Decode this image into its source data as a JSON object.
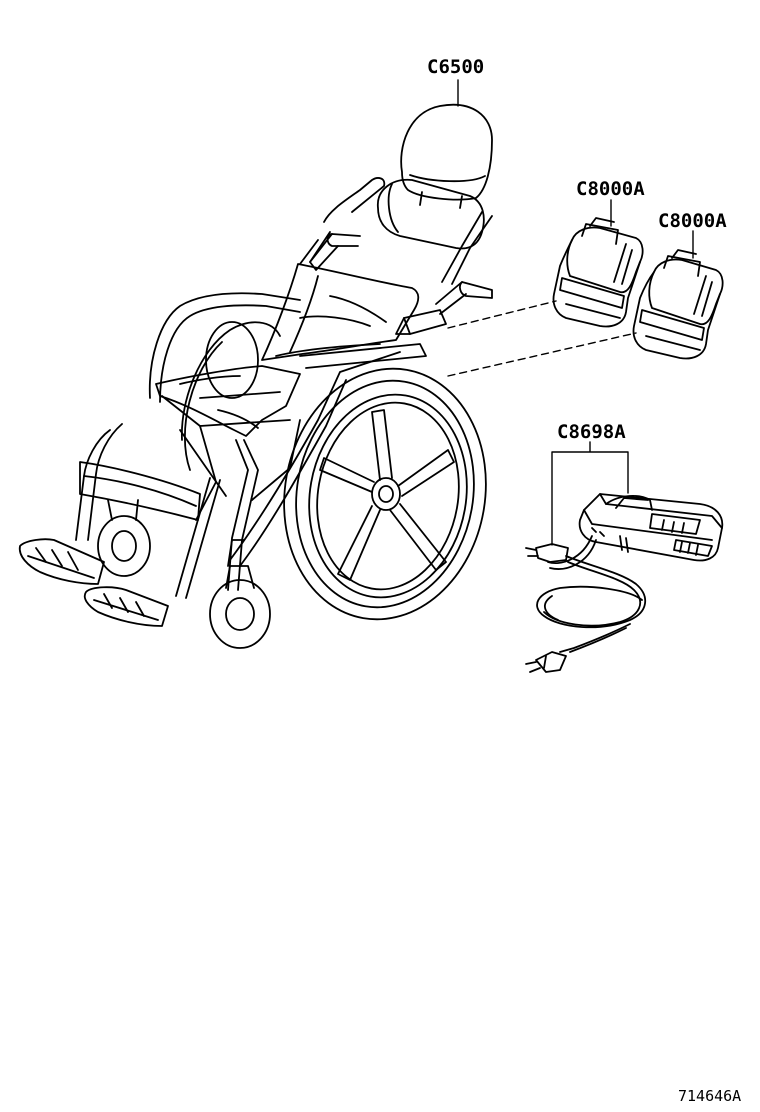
{
  "callouts": {
    "headrest": "C6500",
    "battery_1": "C8000A",
    "battery_2": "C8000A",
    "charger": "C8698A"
  },
  "footer": {
    "illustration_number": "714646A"
  }
}
